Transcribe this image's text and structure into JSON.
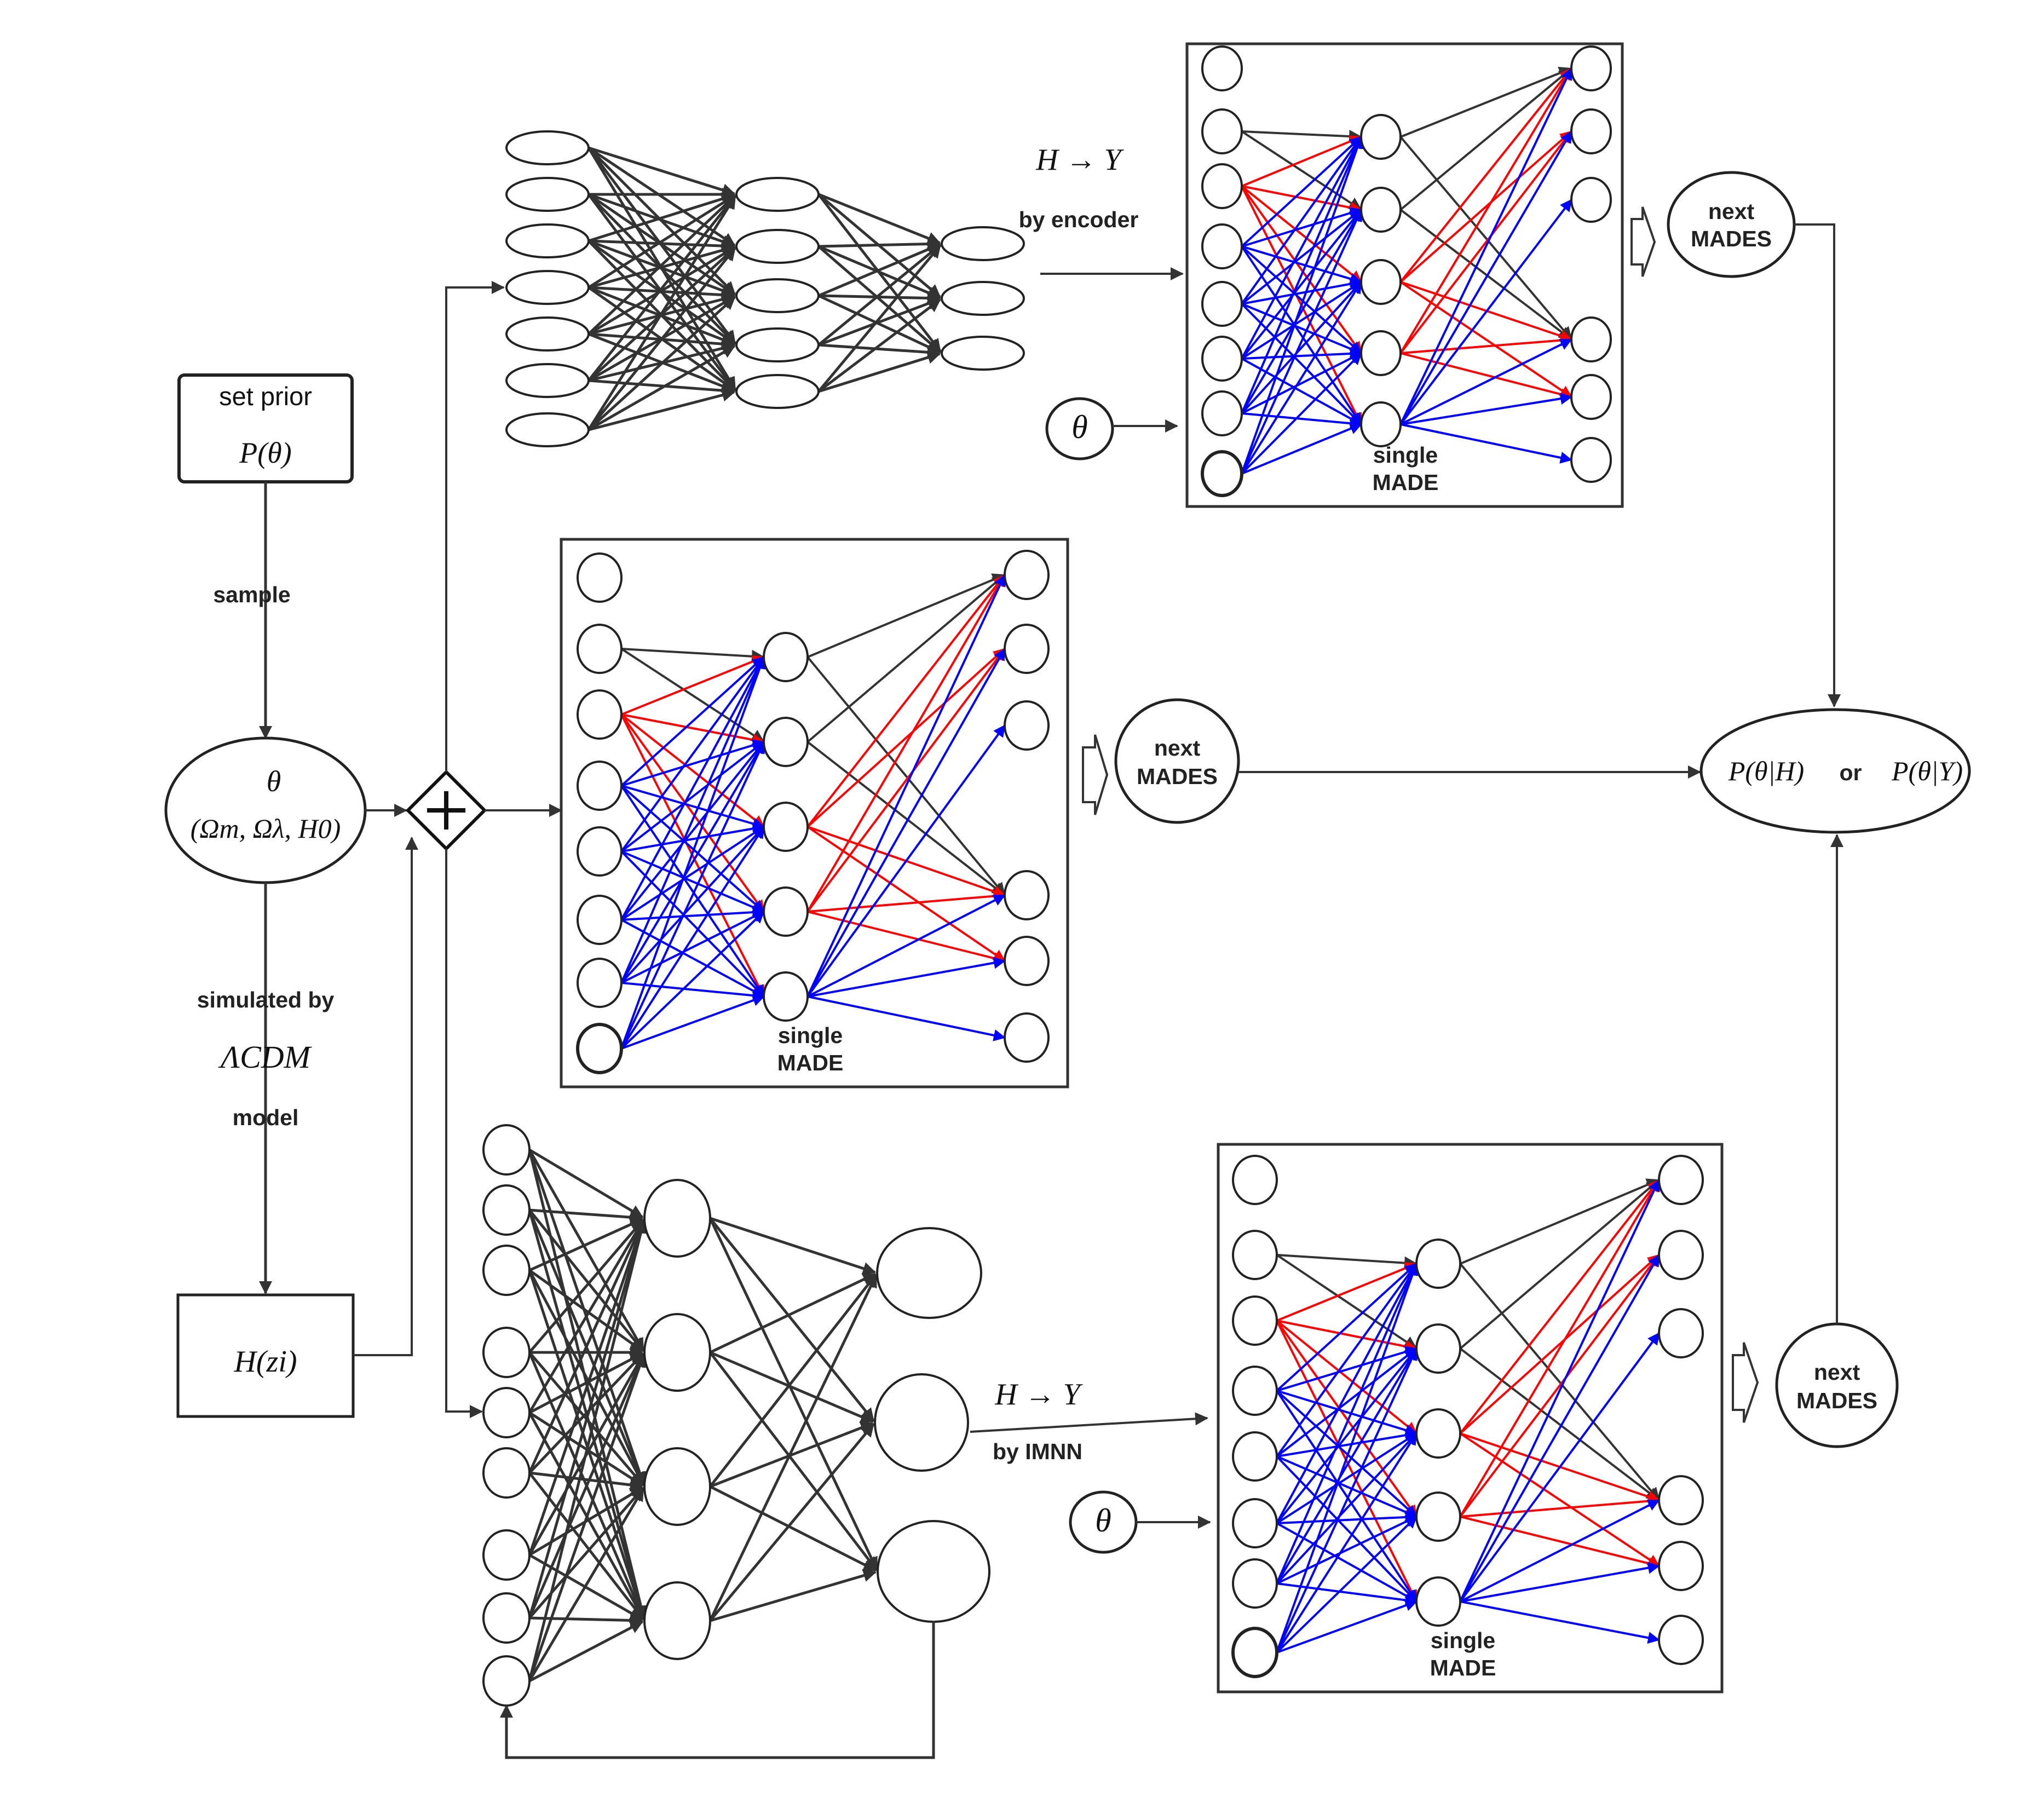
{
  "prior": {
    "line1": "set prior",
    "line2": "P(θ)"
  },
  "sample_label": "sample",
  "theta_node": {
    "line1": "θ",
    "line2": "(Ωm, Ωλ, H0)"
  },
  "simulation": {
    "line1": "simulated by",
    "line2": "ΛCDM",
    "line3": "model"
  },
  "hz_box": "H(zi)",
  "encoder": {
    "map": "H → Y",
    "by": "by encoder"
  },
  "imnn": {
    "map": "H → Y",
    "by": "by IMNN"
  },
  "theta_input": "θ",
  "made_label": {
    "line1": "single",
    "line2": "MADE"
  },
  "next_mades": {
    "line1": "next",
    "line2": "MADES"
  },
  "posterior": {
    "left": "P(θ|H)",
    "mid": "or",
    "right": "P(θ|Y)"
  },
  "colors": {
    "dark": "#333333",
    "red": "#ff0000",
    "blue": "#0000ff"
  }
}
